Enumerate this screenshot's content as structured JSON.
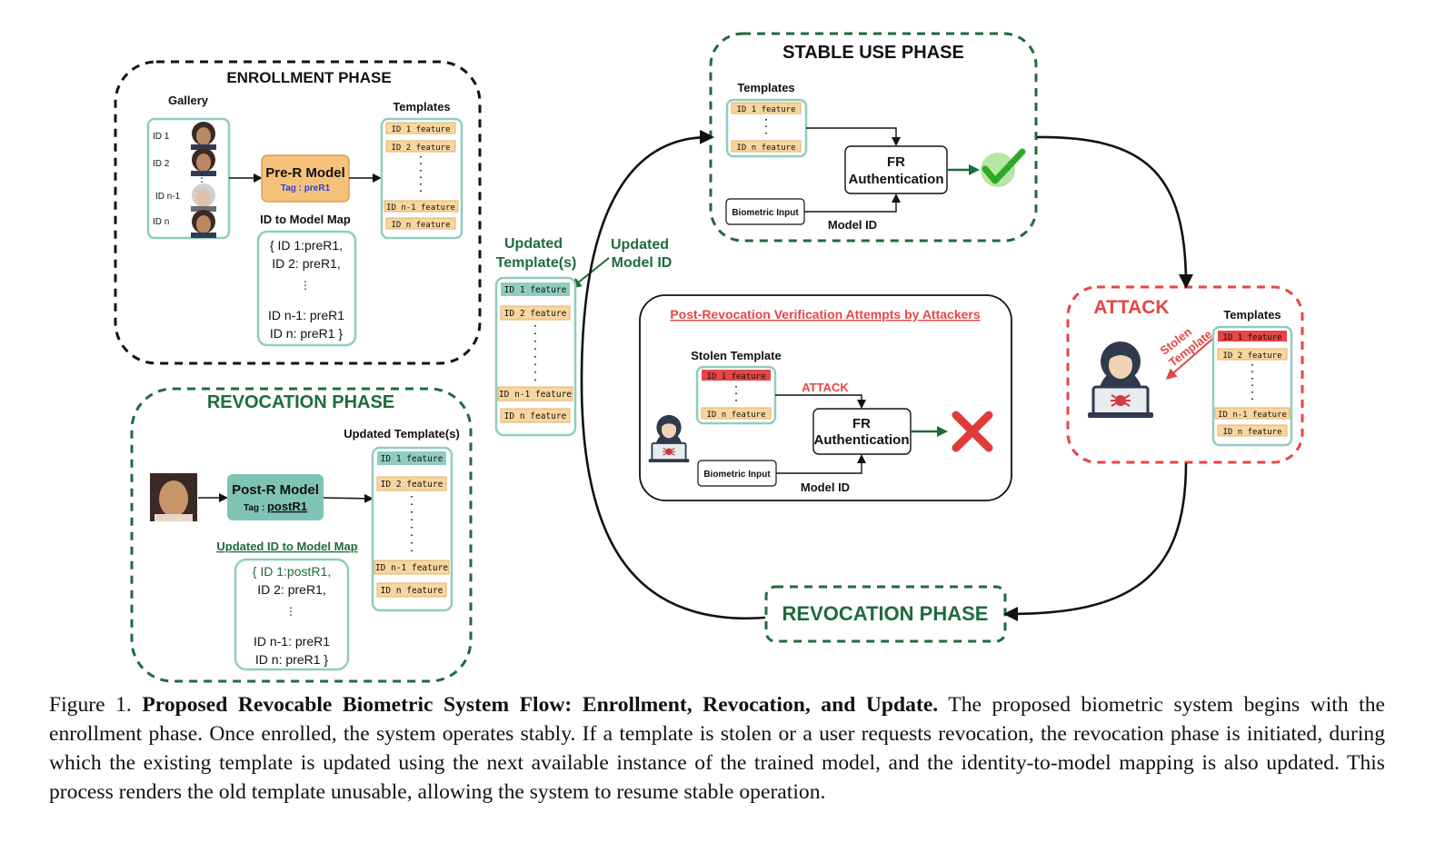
{
  "colors": {
    "green": "#1f6b3c",
    "teal_box": "#8fcdbf",
    "teal_fill": "#7fc3b5",
    "orange": "#f8d6a0",
    "orange_model": "#f6c27a",
    "red": "#e64545",
    "blue_tag": "#2b3fd6",
    "check": "#5cc83a"
  },
  "enrollment": {
    "title": "ENROLLMENT PHASE",
    "gallery_label": "Gallery",
    "ids": [
      "ID 1",
      "ID 2",
      "ID n-1",
      "ID n"
    ],
    "model_name": "Pre-R Model",
    "model_tag": "Tag : preR1",
    "templates_label": "Templates",
    "templates": [
      "ID 1 feature",
      "ID 2 feature",
      "ID n-1 feature",
      "ID n feature"
    ],
    "map_label": "ID to Model Map",
    "map_lines": [
      "{ ID 1:preR1,",
      "ID 2: preR1,",
      "ID n-1: preR1",
      "ID n: preR1 }"
    ]
  },
  "revocation_left": {
    "title": "REVOCATION PHASE",
    "model_name": "Post-R Model",
    "model_tag_prefix": "Tag : ",
    "model_tag_value": "postR1",
    "templates_label": "Updated Template(s)",
    "templates": [
      "ID 1 feature",
      "ID 2 feature",
      "ID n-1 feature",
      "ID n feature"
    ],
    "map_label": "Updated ID to Model Map",
    "map_lines": [
      "{ ID 1:postR1,",
      "ID 2: preR1,",
      "ID n-1: preR1",
      "ID n: preR1 }"
    ]
  },
  "middle": {
    "updated_templates_label_1": "Updated",
    "updated_templates_label_2": "Template(s)",
    "updated_model_label_1": "Updated",
    "updated_model_label_2": "Model ID",
    "templates": [
      "ID 1 feature",
      "ID 2 feature",
      "ID n-1 feature",
      "ID n feature"
    ]
  },
  "stable": {
    "title": "STABLE USE PHASE",
    "templates_label": "Templates",
    "templates": [
      "ID 1 feature",
      "ID n feature"
    ],
    "fr_line1": "FR",
    "fr_line2": "Authentication",
    "biometric_input": "Biometric Input",
    "model_id": "Model ID"
  },
  "post_revocation": {
    "title": "Post-Revocation Verification Attempts by Attackers",
    "stolen_label": "Stolen Template",
    "templates": [
      "ID 1 feature",
      "ID n feature"
    ],
    "attack_label": "ATTACK",
    "fr_line1": "FR",
    "fr_line2": "Authentication",
    "biometric_input": "Biometric Input",
    "model_id": "Model ID"
  },
  "attack": {
    "title": "ATTACK",
    "templates_label": "Templates",
    "stolen_line1": "Stolen",
    "stolen_line2": "Template",
    "templates": [
      "ID 1 feature",
      "ID 2 feature",
      "ID n-1 feature",
      "ID n feature"
    ]
  },
  "revocation_bottom": {
    "title": "REVOCATION PHASE"
  },
  "caption": {
    "prefix": "Figure 1. ",
    "bold": "Proposed Revocable Biometric System Flow: Enrollment, Revocation, and Update.",
    "text": "  The proposed biometric system begins with the enrollment phase. Once enrolled, the system operates stably. If a template is stolen or a user requests revocation, the revocation phase is initiated, during which the existing template is updated using the next available instance of the trained model, and the identity-to-model mapping is also updated. This process renders the old template unusable, allowing the system to resume stable operation."
  }
}
